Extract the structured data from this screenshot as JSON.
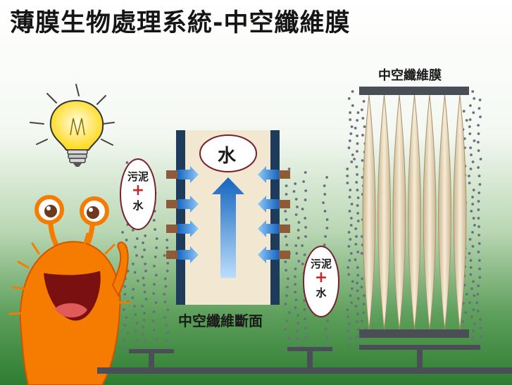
{
  "title": "薄膜生物處理系統-中空纖維膜",
  "labels": {
    "hollow_fiber_membrane": "中空纖維膜",
    "cross_section": "中空纖維斷面",
    "water": "水"
  },
  "bubbles": [
    {
      "line1": "污泥",
      "plus": "+",
      "line2": "水"
    },
    {
      "line1": "污泥",
      "plus": "+",
      "line2": "水"
    }
  ],
  "colors": {
    "background_top": "#ffffff",
    "background_bottom": "#2e7d32",
    "membrane_wall": "#1f3b5c",
    "membrane_core": "#f2e8d2",
    "arrow_blue": "#1e88e5",
    "plus_red": "#c62828",
    "pipe_gray": "#4a4f55",
    "mascot_orange": "#f57c00"
  },
  "icons": [
    "lightbulb-icon",
    "mascot-character",
    "pipe-system",
    "air-bubbles"
  ]
}
